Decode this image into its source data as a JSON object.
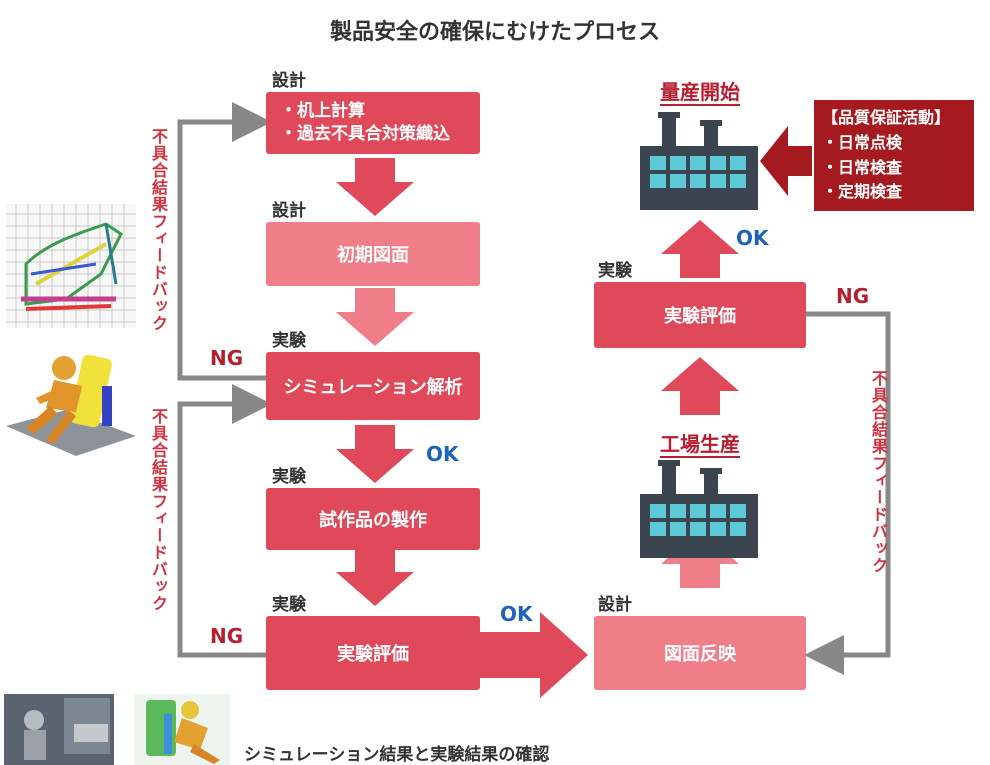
{
  "title": "製品安全の確保にむけたプロセス",
  "left_column": {
    "label_design_1": "設計",
    "box_design_1_lines": [
      "・机上計算",
      "・過去不具合対策織込"
    ],
    "label_design_2": "設計",
    "box_initial_drawing": "初期図面",
    "label_experiment_1": "実験",
    "box_simulation": "シミュレーション解析",
    "label_experiment_2": "実験",
    "box_prototype": "試作品の製作",
    "label_experiment_3": "実験",
    "box_experiment_eval": "実験評価",
    "ok_after_simulation": "OK",
    "ok_after_eval": "OK",
    "ng_upper": "NG",
    "ng_lower": "NG",
    "feedback_upper": "不具合結果フィードバック",
    "feedback_lower": "不具合結果フィードバック"
  },
  "right_column": {
    "label_design": "設計",
    "box_drawing_reflection": "図面反映",
    "factory_production_label": "工場生産",
    "label_experiment": "実験",
    "box_experiment_eval": "実験評価",
    "ok_after_eval": "OK",
    "ng_right": "NG",
    "feedback_right": "不具合結果フィードバック",
    "mass_production_label": "量産開始"
  },
  "qa_box": {
    "title": "【品質保証活動】",
    "items": [
      "・日常点検",
      "・日常検査",
      "・定期検査"
    ]
  },
  "caption": "シミュレーション結果と実験結果の確認",
  "colors": {
    "dark_red": "#e0495a",
    "light_red": "#f07e88",
    "ok_blue": "#1f63b8",
    "ng_red": "#b51f30",
    "qa_red": "#a51a1f",
    "factory_dark": "#3a4550",
    "factory_window": "#5ec9d6"
  },
  "icons": [
    "factory-icon",
    "factory-icon",
    "crash-test-dummy-icon",
    "mesh-model-icon"
  ]
}
